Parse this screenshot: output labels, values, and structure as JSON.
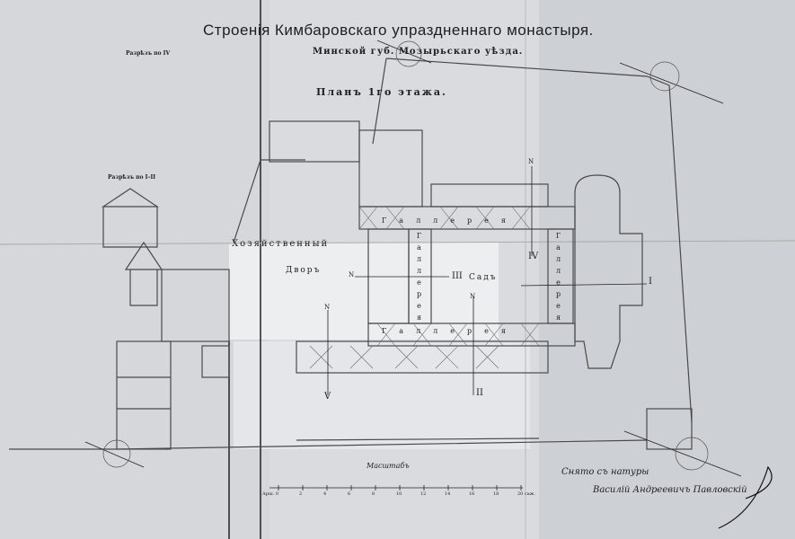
{
  "title": "Строенія Кимбаровскаго упраздненнаго монастыря.",
  "subtitle": "Минской губ. Мозырьскаго уѣзда.",
  "plan_label": "Планъ 1го этажа.",
  "sections": [
    "Разрѣзъ по IV",
    "Разрѣзъ по I–II"
  ],
  "labels": {
    "courtyard_top": "Хозяйственный",
    "courtyard": "Дворъ",
    "garden": "Садъ",
    "gallery": "Галлерея",
    "scale": "Масштабъ",
    "north": "N"
  },
  "section_marks": [
    "I",
    "II",
    "III",
    "IV",
    "V"
  ],
  "scale_ticks": [
    "Арш. 0",
    "2",
    "4",
    "6",
    "8",
    "10",
    "12",
    "14",
    "16",
    "18",
    "20 саж."
  ],
  "signature": {
    "line1": "Снято съ натуры",
    "line2": "Василій Андреевичъ Павловскій"
  }
}
